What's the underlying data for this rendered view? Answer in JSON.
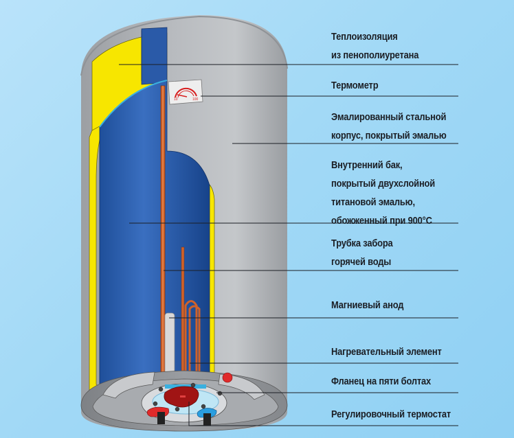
{
  "diagram": {
    "subject": "Water heater cutaway",
    "labels": [
      {
        "id": "insulation",
        "lines": [
          "Теплоизоляция",
          "из пенополиуретана"
        ]
      },
      {
        "id": "thermometer",
        "lines": [
          "Термометр"
        ]
      },
      {
        "id": "outer-casing",
        "lines": [
          "Эмалированный стальной",
          "корпус, покрытый эмалью"
        ]
      },
      {
        "id": "inner-tank",
        "lines": [
          "Внутренний бак,",
          "покрытый двухслойной",
          "титановой эмалью,",
          "обожженный при 900°C"
        ]
      },
      {
        "id": "hot-water-pipe",
        "lines": [
          "Трубка забора",
          "горячей воды"
        ]
      },
      {
        "id": "magnesium-anode",
        "lines": [
          "Магниевый анод"
        ]
      },
      {
        "id": "heating-element",
        "lines": [
          "Нагревательный элемент"
        ]
      },
      {
        "id": "flange",
        "lines": [
          "Фланец на пяти болтах"
        ]
      },
      {
        "id": "thermostat",
        "lines": [
          "Регулировочный термостат"
        ]
      }
    ],
    "thermometer_scale": {
      "min": "10",
      "max": "100"
    },
    "colors": {
      "background": "#a2d9f6",
      "casing": "#a9acb0",
      "insulation": "#f7e600",
      "tank": "#2a5aa8",
      "copper": "#d0622a",
      "anode": "#d8d8d8",
      "thermostat_red": "#a01414",
      "cold_outlet": "#2a9ee0",
      "hot_outlet": "#e02a2a"
    }
  }
}
